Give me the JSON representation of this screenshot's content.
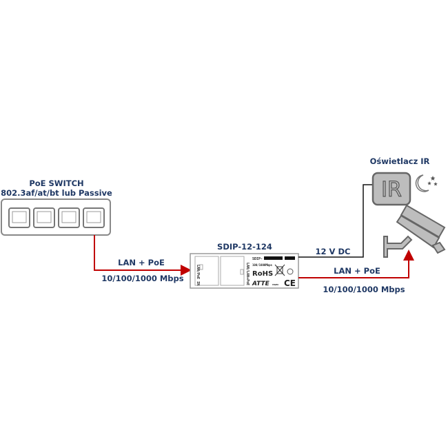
{
  "switch": {
    "title": "PoE SWITCH",
    "subtitle": "802.3af/at/bt lub Passive",
    "port_count": 4
  },
  "link_in": {
    "label": "LAN + PoE",
    "speed": "10/100/1000 Mbps"
  },
  "device": {
    "name": "SDIP-12-124",
    "model_prefix": "SDIP-",
    "speed": "100/1000Mbps",
    "rohs": "RoHS",
    "brand": "ATTE",
    "brand_sub": "POWER",
    "ce": "CE",
    "port_in": "LAN/PoE IN",
    "port_out": "LAN/LAN+PoE"
  },
  "power": {
    "label": "12 V DC"
  },
  "link_out": {
    "label": "LAN + PoE",
    "speed": "10/100/1000 Mbps"
  },
  "illuminator": {
    "title": "Oświetlacz IR",
    "badge": "IR"
  },
  "colors": {
    "poe_line": "#c00000",
    "power_line": "#111111",
    "label": "#1f3864",
    "device_gray": "#8c8c8c"
  }
}
